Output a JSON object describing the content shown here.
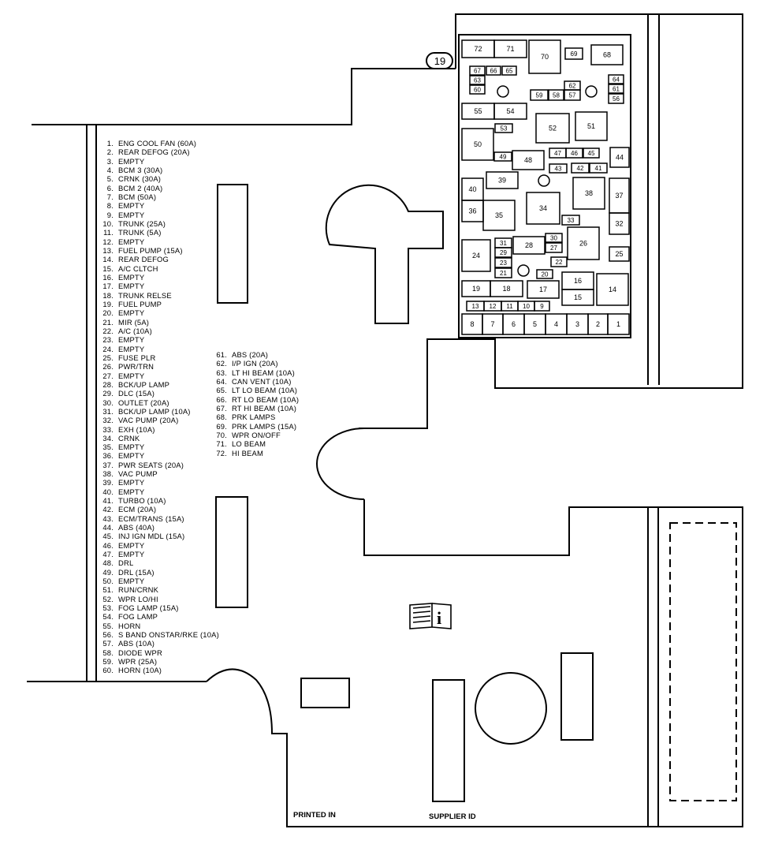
{
  "diagram": {
    "callout_number": "19",
    "footer": {
      "printed_in": "PRINTED IN",
      "supplier_id": "SUPPLIER ID"
    },
    "fuse_list_left": [
      {
        "num": "1.",
        "name": "ENG COOL FAN (60A)"
      },
      {
        "num": "2.",
        "name": "REAR DEFOG  (20A)"
      },
      {
        "num": "3.",
        "name": "EMPTY"
      },
      {
        "num": "4.",
        "name": "BCM 3  (30A)"
      },
      {
        "num": "5.",
        "name": "CRNK (30A)"
      },
      {
        "num": "6.",
        "name": "BCM 2  (40A)"
      },
      {
        "num": "7.",
        "name": "BCM  (50A)"
      },
      {
        "num": "8.",
        "name": "EMPTY"
      },
      {
        "num": "9.",
        "name": "EMPTY"
      },
      {
        "num": "10.",
        "name": "TRUNK  (25A)"
      },
      {
        "num": "11.",
        "name": "TRUNK  (5A)"
      },
      {
        "num": "12.",
        "name": "EMPTY"
      },
      {
        "num": "13.",
        "name": "FUEL PUMP  (15A)"
      },
      {
        "num": "14.",
        "name": "REAR DEFOG"
      },
      {
        "num": "15.",
        "name": "A/C CLTCH"
      },
      {
        "num": "16.",
        "name": "EMPTY"
      },
      {
        "num": "17.",
        "name": "EMPTY"
      },
      {
        "num": "18.",
        "name": "TRUNK  RELSE"
      },
      {
        "num": "19.",
        "name": "FUEL PUMP"
      },
      {
        "num": "20.",
        "name": "EMPTY"
      },
      {
        "num": "21.",
        "name": "MIR  (5A)"
      },
      {
        "num": "22.",
        "name": "A/C  (10A)"
      },
      {
        "num": "23.",
        "name": "EMPTY"
      },
      {
        "num": "24.",
        "name": "EMPTY"
      },
      {
        "num": "25.",
        "name": "FUSE  PLR"
      },
      {
        "num": "26.",
        "name": "PWR/TRN"
      },
      {
        "num": "27.",
        "name": "EMPTY"
      },
      {
        "num": "28.",
        "name": "BCK/UP LAMP"
      },
      {
        "num": "29.",
        "name": "DLC  (15A)"
      },
      {
        "num": "30.",
        "name": "OUTLET  (20A)"
      },
      {
        "num": "31.",
        "name": "BCK/UP LAMP (10A)"
      },
      {
        "num": "32.",
        "name": "VAC PUMP (20A)"
      },
      {
        "num": "33.",
        "name": "EXH  (10A)"
      },
      {
        "num": "34.",
        "name": "CRNK"
      },
      {
        "num": "35.",
        "name": "EMPTY"
      },
      {
        "num": "36.",
        "name": "EMPTY"
      },
      {
        "num": "37.",
        "name": "PWR SEATS (20A)"
      },
      {
        "num": "38.",
        "name": "VAC PUMP"
      },
      {
        "num": "39.",
        "name": "EMPTY"
      },
      {
        "num": "40.",
        "name": "EMPTY"
      },
      {
        "num": "41.",
        "name": "TURBO (10A)"
      },
      {
        "num": "42.",
        "name": "ECM  (20A)"
      },
      {
        "num": "43.",
        "name": "ECM/TRANS  (15A)"
      },
      {
        "num": "44.",
        "name": "ABS (40A)"
      },
      {
        "num": "45.",
        "name": "INJ IGN  MDL  (15A)"
      },
      {
        "num": "46.",
        "name": "EMPTY"
      },
      {
        "num": "47.",
        "name": "EMPTY"
      },
      {
        "num": "48.",
        "name": "DRL"
      },
      {
        "num": "49.",
        "name": "DRL (15A)"
      },
      {
        "num": "50.",
        "name": "EMPTY"
      },
      {
        "num": "51.",
        "name": "RUN/CRNK"
      },
      {
        "num": "52.",
        "name": "WPR LO/HI"
      },
      {
        "num": "53.",
        "name": "FOG  LAMP  (15A)"
      },
      {
        "num": "54.",
        "name": "FOG  LAMP"
      },
      {
        "num": "55.",
        "name": "HORN"
      },
      {
        "num": "56.",
        "name": "S BAND  ONSTAR/RKE  (10A)"
      },
      {
        "num": "57.",
        "name": "ABS  (10A)"
      },
      {
        "num": "58.",
        "name": "DIODE  WPR"
      },
      {
        "num": "59.",
        "name": "WPR  (25A)"
      },
      {
        "num": "60.",
        "name": "HORN  (10A)"
      }
    ],
    "fuse_list_right": [
      {
        "num": "61.",
        "name": "ABS (20A)"
      },
      {
        "num": "62.",
        "name": "I/P  IGN (20A)"
      },
      {
        "num": "63.",
        "name": "LT  HI  BEAM  (10A)"
      },
      {
        "num": "64.",
        "name": "CAN  VENT  (10A)"
      },
      {
        "num": "65.",
        "name": "LT  LO  BEAM (10A)"
      },
      {
        "num": "66.",
        "name": "RT  LO  BEAM  (10A)"
      },
      {
        "num": "67.",
        "name": "RT  HI  BEAM  (10A)"
      },
      {
        "num": "68.",
        "name": "PRK  LAMPS"
      },
      {
        "num": "69.",
        "name": "PRK  LAMPS  (15A)"
      },
      {
        "num": "70.",
        "name": "WPR ON/OFF"
      },
      {
        "num": "71.",
        "name": "LO BEAM"
      },
      {
        "num": "72.",
        "name": "HI  BEAM"
      }
    ],
    "slots": [
      {
        "label": "72"
      },
      {
        "label": "71"
      },
      {
        "label": "70"
      },
      {
        "label": "69"
      },
      {
        "label": "68"
      },
      {
        "label": "67"
      },
      {
        "label": "66"
      },
      {
        "label": "65"
      },
      {
        "label": "63"
      },
      {
        "label": "60"
      },
      {
        "label": "62"
      },
      {
        "label": "64"
      },
      {
        "label": "61"
      },
      {
        "label": "56"
      },
      {
        "label": "59"
      },
      {
        "label": "58"
      },
      {
        "label": "57"
      },
      {
        "label": "55"
      },
      {
        "label": "54"
      },
      {
        "label": "53"
      },
      {
        "label": "52"
      },
      {
        "label": "51"
      },
      {
        "label": "50"
      },
      {
        "label": "49"
      },
      {
        "label": "48"
      },
      {
        "label": "47"
      },
      {
        "label": "46"
      },
      {
        "label": "45"
      },
      {
        "label": "44"
      },
      {
        "label": "43"
      },
      {
        "label": "42"
      },
      {
        "label": "41"
      },
      {
        "label": "39"
      },
      {
        "label": "40"
      },
      {
        "label": "38"
      },
      {
        "label": "37"
      },
      {
        "label": "36"
      },
      {
        "label": "35"
      },
      {
        "label": "34"
      },
      {
        "label": "33"
      },
      {
        "label": "32"
      },
      {
        "label": "31"
      },
      {
        "label": "30"
      },
      {
        "label": "29"
      },
      {
        "label": "28"
      },
      {
        "label": "27"
      },
      {
        "label": "26"
      },
      {
        "label": "25"
      },
      {
        "label": "24"
      },
      {
        "label": "23"
      },
      {
        "label": "22"
      },
      {
        "label": "21"
      },
      {
        "label": "20"
      },
      {
        "label": "19"
      },
      {
        "label": "18"
      },
      {
        "label": "17"
      },
      {
        "label": "16"
      },
      {
        "label": "15"
      },
      {
        "label": "14"
      },
      {
        "label": "13"
      },
      {
        "label": "12"
      },
      {
        "label": "11"
      },
      {
        "label": "10"
      },
      {
        "label": "9"
      },
      {
        "label": "8"
      },
      {
        "label": "7"
      },
      {
        "label": "6"
      },
      {
        "label": "5"
      },
      {
        "label": "4"
      },
      {
        "label": "3"
      },
      {
        "label": "2"
      },
      {
        "label": "1"
      }
    ]
  }
}
